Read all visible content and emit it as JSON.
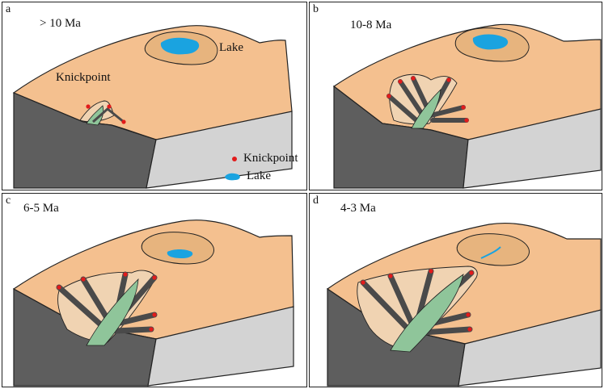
{
  "panels": [
    {
      "letter": "a",
      "age": "> 10 Ma"
    },
    {
      "letter": "b",
      "age": "10-8 Ma"
    },
    {
      "letter": "c",
      "age": "6-5 Ma"
    },
    {
      "letter": "d",
      "age": "4-3 Ma"
    }
  ],
  "labels": {
    "knickpoint": "Knickpoint",
    "lake": "Lake"
  },
  "legend": [
    {
      "label": "Knickpoint",
      "icon": "red-dot-icon",
      "color": "#e21b1b"
    },
    {
      "label": "Lake",
      "icon": "blue-lake-icon",
      "color": "#1aa3e0"
    }
  ],
  "colors": {
    "plateau_surface": "#f4c08f",
    "block_front": "#5e5e5e",
    "block_side": "#d3d3d3",
    "canyon_dark": "#4a4a4a",
    "river_valley_green": "#8fc59a",
    "knickpoint": "#e21b1b",
    "lake": "#1aa3e0"
  }
}
